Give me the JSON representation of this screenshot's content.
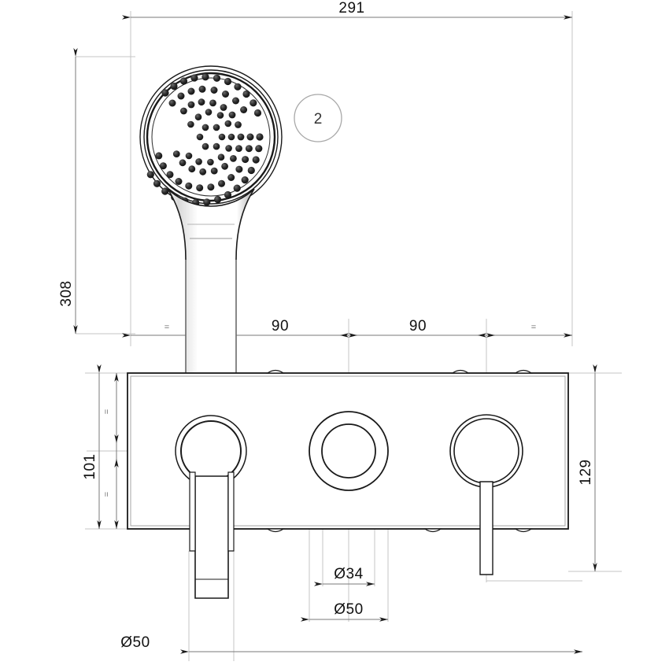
{
  "drawing": {
    "type": "technical-dimension-drawing",
    "subject": "Wall-mounted shower mixer with handshower",
    "units": "mm",
    "line_color": "#1a1a1a",
    "dim_line_color": "#6e6e6e",
    "construction_line_color": "#bcbcbc",
    "balloon_color": "#9a9a9a"
  },
  "dimensions": {
    "overall_width": "291",
    "overall_height": "308",
    "spacing_left": "90",
    "spacing_right": "90",
    "plate_height_dim": "101",
    "right_height_dim": "129",
    "bore_inner": "Ø34",
    "bore_outer": "Ø50",
    "handle_diameter": "Ø50",
    "equal_mark": "="
  },
  "callouts": {
    "balloon_2": "2"
  },
  "chart_data": {
    "type": "table",
    "title": "Dimension callouts",
    "categories": [
      "291",
      "308",
      "90",
      "90",
      "101",
      "129",
      "Ø34",
      "Ø50",
      "Ø50"
    ],
    "values": [
      291,
      308,
      90,
      90,
      101,
      129,
      34,
      50,
      50
    ]
  }
}
